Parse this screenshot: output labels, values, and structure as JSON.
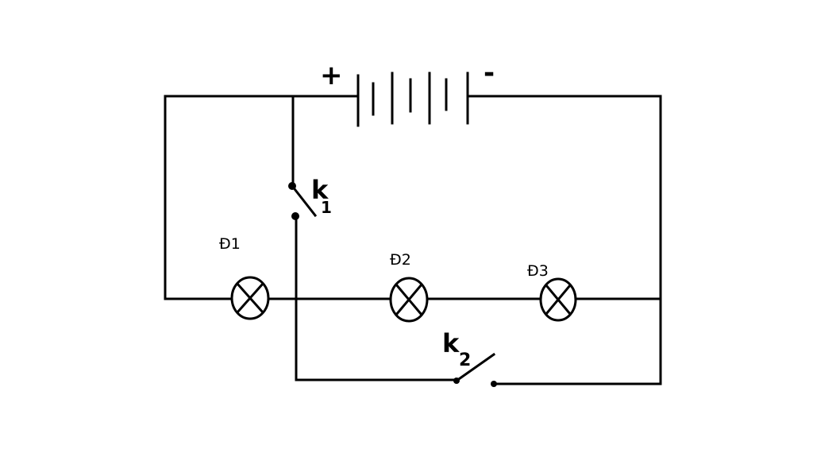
{
  "diagram": {
    "battery": {
      "plus_sign": "+",
      "minus_sign": "-"
    },
    "lamps": [
      {
        "label": "Đ1"
      },
      {
        "label": "Đ2"
      },
      {
        "label": "Đ3"
      }
    ],
    "switches": [
      {
        "label_main": "k",
        "label_sub": "1"
      },
      {
        "label_main": "k",
        "label_sub": "2"
      }
    ],
    "colors": {
      "line": "#000000",
      "background": "#ffffff"
    }
  }
}
